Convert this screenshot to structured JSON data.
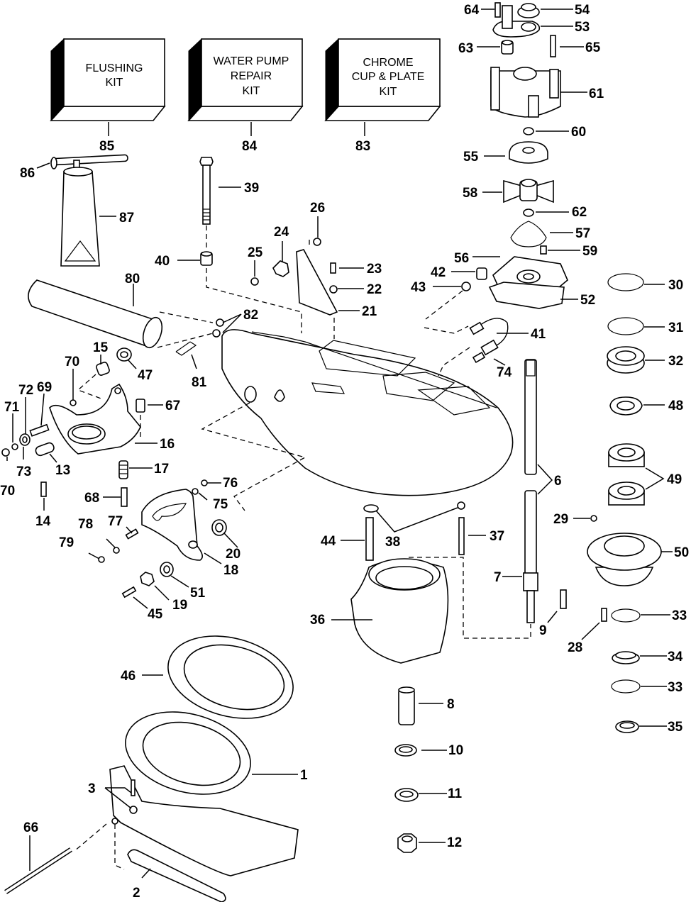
{
  "title": "Jet pump exploded parts diagram",
  "kits": [
    {
      "id": "85",
      "lines": [
        "FLUSHING",
        "KIT"
      ]
    },
    {
      "id": "84",
      "lines": [
        "WATER PUMP",
        "REPAIR",
        "KIT"
      ]
    },
    {
      "id": "83",
      "lines": [
        "CHROME",
        "CUP & PLATE",
        "KIT"
      ]
    }
  ],
  "callouts": {
    "c1": "1",
    "c2": "2",
    "c3": "3",
    "c6": "6",
    "c7": "7",
    "c8": "8",
    "c9": "9",
    "c10": "10",
    "c11": "11",
    "c12": "12",
    "c13": "13",
    "c14": "14",
    "c15": "15",
    "c16": "16",
    "c17": "17",
    "c18": "18",
    "c19": "19",
    "c20": "20",
    "c21": "21",
    "c22": "22",
    "c23": "23",
    "c24": "24",
    "c25": "25",
    "c26": "26",
    "c28": "28",
    "c29": "29",
    "c30": "30",
    "c31": "31",
    "c32": "32",
    "c33a": "33",
    "c33b": "33",
    "c34": "34",
    "c35": "35",
    "c36": "36",
    "c37": "37",
    "c38": "38",
    "c39": "39",
    "c40": "40",
    "c41": "41",
    "c42": "42",
    "c43": "43",
    "c44": "44",
    "c45": "45",
    "c46": "46",
    "c47": "47",
    "c48": "48",
    "c49": "49",
    "c50": "50",
    "c51": "51",
    "c52": "52",
    "c53": "53",
    "c54": "54",
    "c55": "55",
    "c56": "56",
    "c57": "57",
    "c58": "58",
    "c59": "59",
    "c60": "60",
    "c61": "61",
    "c62": "62",
    "c63": "63",
    "c64": "64",
    "c65": "65",
    "c66": "66",
    "c67": "67",
    "c68": "68",
    "c69": "69",
    "c70a": "70",
    "c70b": "70",
    "c71": "71",
    "c72": "72",
    "c73": "73",
    "c74": "74",
    "c75": "75",
    "c76": "76",
    "c77": "77",
    "c78": "78",
    "c79": "79",
    "c80": "80",
    "c81": "81",
    "c82": "82",
    "c83": "83",
    "c84": "84",
    "c85": "85",
    "c86": "86",
    "c87": "87"
  }
}
